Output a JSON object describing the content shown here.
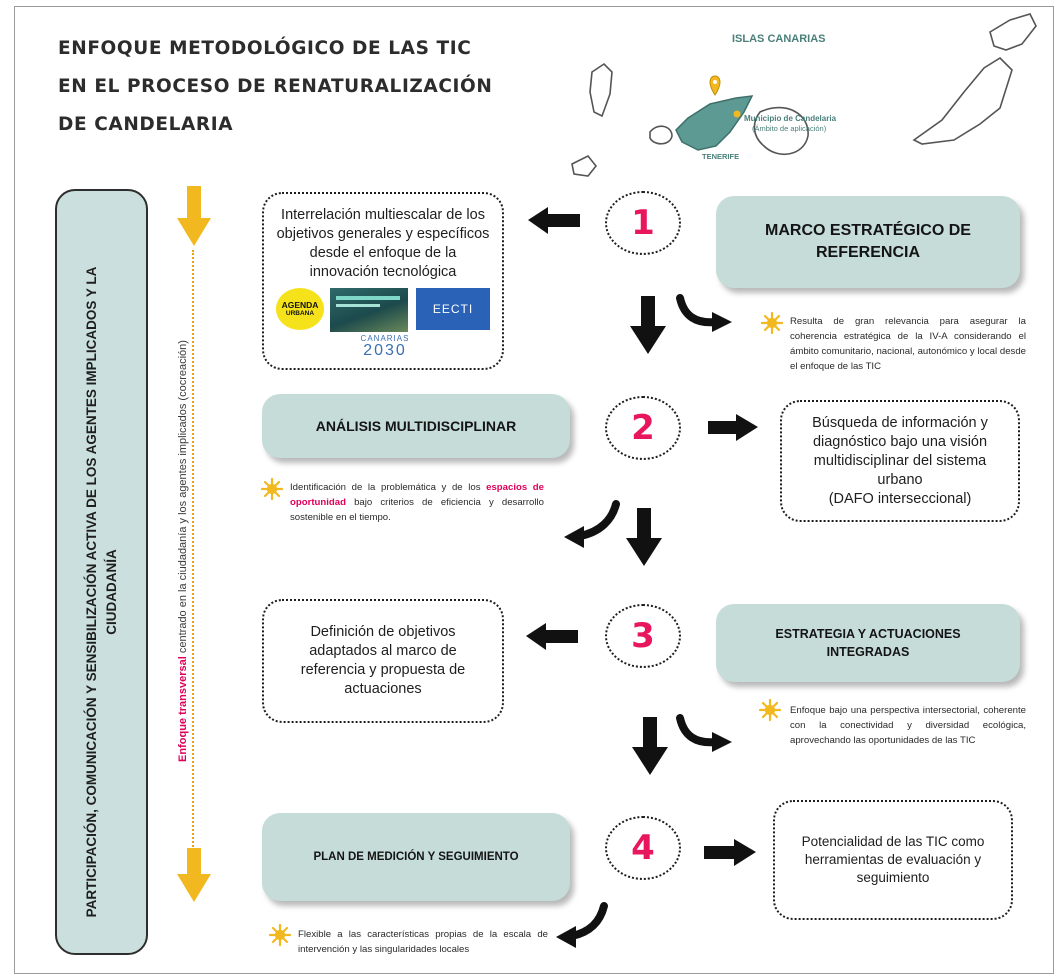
{
  "title": {
    "line1": "ENFOQUE METODOLÓGICO DE LAS TIC",
    "line2": "EN EL PROCESO DE RENATURALIZACIÓN",
    "line3": "DE CANDELARIA"
  },
  "map": {
    "region": "ISLAS CANARIAS",
    "municipality": "Municipio de Candelaria",
    "scope": "(Ámbito de aplicación)",
    "island": "TENERIFE"
  },
  "side_panel": {
    "text": "PARTICIPACIÓN, COMUNICACIÓN Y SENSIBILIZACIÓN ACTIVA DE LOS AGENTES IMPLICADOS Y LA CIUDADANÍA",
    "transversal_highlight": "Enfoque transversal",
    "transversal_rest": " centrado en la ciudadanía y los agentes implicados (cocreación)"
  },
  "steps": [
    {
      "number": "1"
    },
    {
      "number": "2"
    },
    {
      "number": "3"
    },
    {
      "number": "4"
    }
  ],
  "teal_boxes": {
    "marco": "MARCO ESTRATÉGICO DE REFERENCIA",
    "analisis": "ANÁLISIS MULTIDISCIPLINAR",
    "estrategia": "ESTRATEGIA Y ACTUACIONES INTEGRADAS",
    "plan": "PLAN DE MEDICIÓN Y SEGUIMIENTO"
  },
  "dotted_boxes": {
    "interrelacion": "Interrelación multiescalar de los objetivos generales y específicos desde el enfoque de la innovación tecnológica",
    "busqueda_1": "Búsqueda de información y diagnóstico bajo una visión multidisciplinar del sistema urbano",
    "busqueda_2": "(DAFO interseccional)",
    "definicion": "Definición de objetivos adaptados al marco de referencia y propuesta de actuaciones",
    "potencialidad": "Potencialidad de las TIC como herramientas de evaluación y seguimiento"
  },
  "logos": {
    "agenda_1": "AGENDA",
    "agenda_2": "URBANA",
    "eecti": "EECTI",
    "canarias": "CANARIAS",
    "year": "2030"
  },
  "notes": {
    "note1": "Resulta de gran relevancia para asegurar la coherencia estratégica de la IV-A considerando el ámbito comunitario, nacional, autonómico y local desde el enfoque de las TIC",
    "note2_a": "Identificación de la problemática y de los ",
    "note2_highlight": "espacios de oportunidad",
    "note2_b": " bajo criterios de eficiencia y desarrollo sostenible en el tiempo.",
    "note3": "Enfoque bajo una perspectiva intersectorial, coherente con la conectividad y diversidad ecológica, aprovechando las oportunidades de las TIC",
    "note4": "Flexible a las características propias de la escala de intervención y las singularidades locales"
  },
  "colors": {
    "teal": "#c5dcd9",
    "pink": "#e8175d",
    "yellow": "#f2b820",
    "dark": "#1c1c1c"
  }
}
